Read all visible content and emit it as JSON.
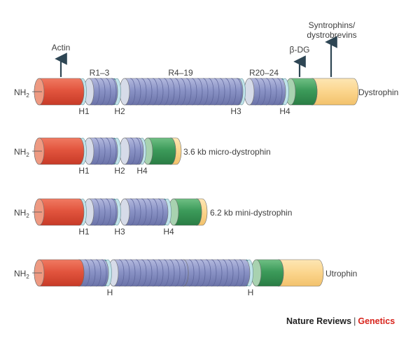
{
  "diagram": {
    "title": "Dystrophin, micro-dystrophin, mini-dystrophin and utrophin domain structures",
    "colors": {
      "actin_domain": "#e2553e",
      "actin_domain_cap": "#ee9a82",
      "hinge": "#2aa7bd",
      "hinge_light": "#bfe3ea",
      "rod": "#8a93c6",
      "rod_light": "#d6dbe8",
      "rod_line": "#5b6399",
      "cys_rich": "#3c9b5a",
      "cys_rich_light": "#a8d2b0",
      "c_terminal": "#fbd58c",
      "c_terminal_light": "#fde8bf",
      "arrow": "#2e4654",
      "credit_field": "#d8231b"
    },
    "binding_partners": [
      {
        "label": "Actin",
        "domain": "actin-binding"
      },
      {
        "label": "β-DG",
        "domain": "cysteine-rich"
      },
      {
        "label": "Syntrophins/",
        "label2": "dystrobrevins",
        "domain": "C-terminal"
      }
    ],
    "proteins": [
      {
        "name": "Dystrophin",
        "n_terminus": "NH2",
        "hinges": [
          "H1",
          "H2",
          "H3",
          "H4"
        ],
        "repeat_regions": [
          "R1–3",
          "R4–19",
          "R20–24"
        ],
        "c_terminal": "full"
      },
      {
        "name": "3.6 kb micro-dystrophin",
        "n_terminus": "NH2",
        "hinges": [
          "H1",
          "H2",
          "H4"
        ],
        "c_terminal": "truncated"
      },
      {
        "name": "6.2 kb mini-dystrophin",
        "n_terminus": "NH2",
        "hinges": [
          "H1",
          "H3",
          "H4"
        ],
        "c_terminal": "truncated"
      },
      {
        "name": "Utrophin",
        "n_terminus": "NH2",
        "hinges": [
          "H",
          "H"
        ],
        "c_terminal": "full"
      }
    ]
  },
  "credit": {
    "journal": "Nature Reviews",
    "separator": "|",
    "field": "Genetics"
  }
}
